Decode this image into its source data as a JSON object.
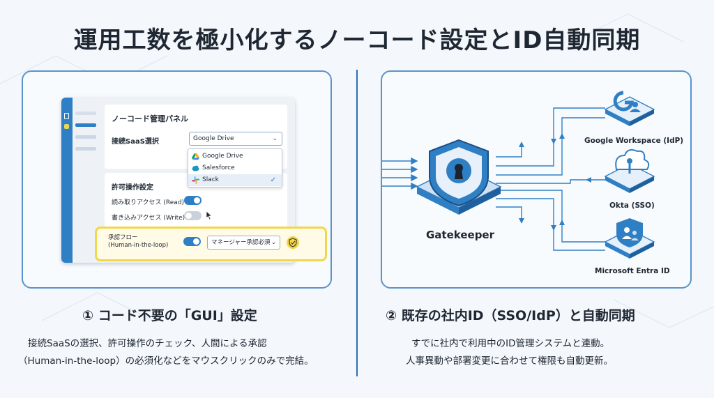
{
  "title": "運用工数を極小化するノーコード設定とID自動同期",
  "left": {
    "panel": {
      "title": "ノーコード管理パネル",
      "saas_label": "接続SaaS選択",
      "saas_selected": "Google Drive",
      "options": [
        "Google Drive",
        "Salesforce",
        "Slack"
      ],
      "perm_title": "許可操作設定",
      "read_label": "読み取りアクセス (Read)",
      "write_label": "書き込みアクセス (Write)",
      "flow_label_1": "承認フロー",
      "flow_label_2": "(Human-in-the-loop)",
      "flow_select": "マネージャー承認必須"
    },
    "subtitle": "① コード不要の「GUI」設定",
    "desc_line1": "接続SaaSの選択、許可操作のチェック、人間による承認",
    "desc_line2": "（Human-in-the-loop）の必須化などをマウスクリックのみで完結。"
  },
  "right": {
    "center_label": "Gatekeeper",
    "idps": [
      "Google Workspace (IdP)",
      "Okta (SSO)",
      "Microsoft Entra ID"
    ],
    "subtitle": "② 既存の社内ID（SSO/IdP）と自動同期",
    "desc_line1": "すでに社内で利用中のID管理システムと連動。",
    "desc_line2": "人事異動や部署変更に合わせて権限も自動更新。"
  },
  "colors": {
    "accent": "#2f7fc4",
    "border": "#5a93cc",
    "highlight": "#f2d64b"
  }
}
